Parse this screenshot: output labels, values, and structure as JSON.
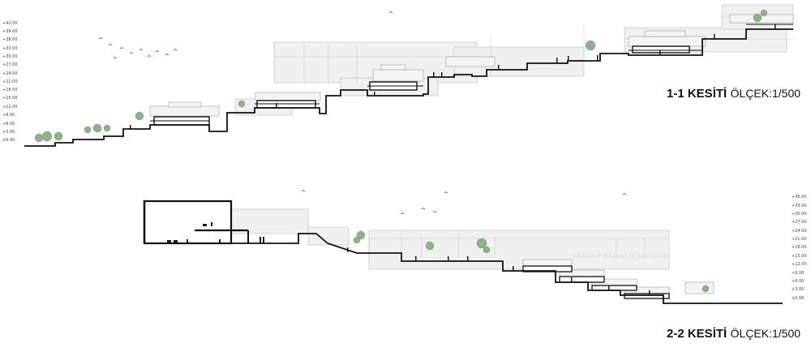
{
  "sections": [
    {
      "id": "1-1",
      "title_bold": "1-1 KESİTİ",
      "title_scale": "ÖLÇEK:1/500",
      "levels": [
        "+42.00",
        "+39.00",
        "+36.00",
        "+33.00",
        "+30.00",
        "+27.00",
        "+24.00",
        "+21.00",
        "+18.00",
        "+15.00",
        "+12.00",
        "+9.00",
        "+6.00",
        "+3.00",
        "±0.00"
      ]
    },
    {
      "id": "2-2",
      "title_bold": "2-2 KESİTİ",
      "title_scale": "ÖLÇEK:1/500",
      "plaza_label": "SANCAR ETKİNLİK MEYDANI",
      "levels": [
        "+36.00",
        "+33.00",
        "+30.00",
        "+27.00",
        "+24.00",
        "+21.00",
        "+18.00",
        "+15.00",
        "+12.00",
        "+9.00",
        "+6.00",
        "+3.00",
        "±0.00"
      ]
    }
  ],
  "colors": {
    "ground": "#111111",
    "building_fill": "#efefef",
    "trees": "#7a9a78",
    "people": "#1a1a1a"
  }
}
